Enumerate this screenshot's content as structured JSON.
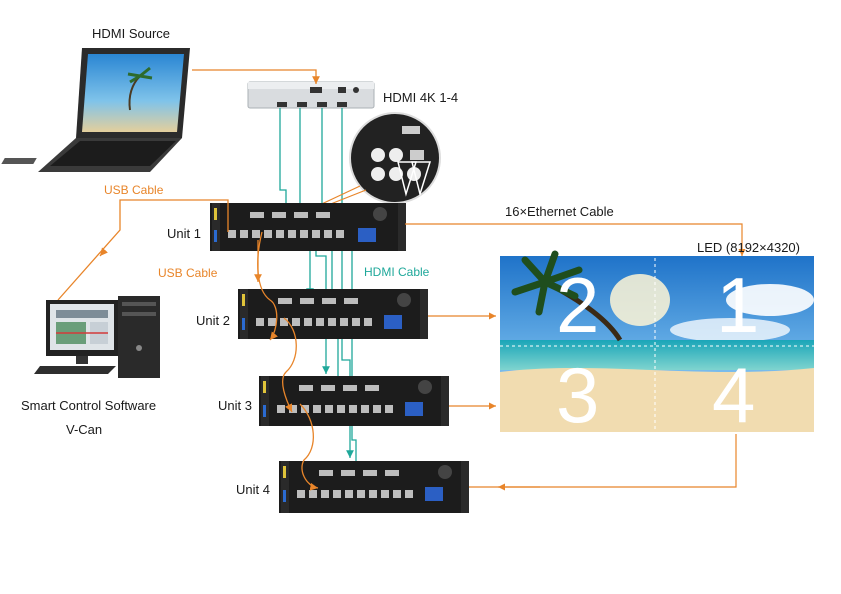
{
  "source": {
    "label": "HDMI Source"
  },
  "splitter": {
    "label": "HDMI 4K 1-4"
  },
  "usb_cables": [
    "USB Cable",
    "USB Cable"
  ],
  "ethernet": {
    "label": "16×Ethernet Cable"
  },
  "hdmi_cable": {
    "label": "HDMI Cable"
  },
  "led": {
    "label": "LED (8192×4320)",
    "quadrants": [
      "2",
      "1",
      "3",
      "4"
    ]
  },
  "units": [
    {
      "label": "Unit 1"
    },
    {
      "label": "Unit 2"
    },
    {
      "label": "Unit 3"
    },
    {
      "label": "Unit 4"
    }
  ],
  "software": {
    "line1": "Smart Control Software",
    "line2": "V-Can"
  },
  "colors": {
    "usb": "#e8852a",
    "hdmi": "#1fa89a",
    "device": "#1c1c1c",
    "sky": "#3a8fd8",
    "sand": "#f1dcb0"
  }
}
